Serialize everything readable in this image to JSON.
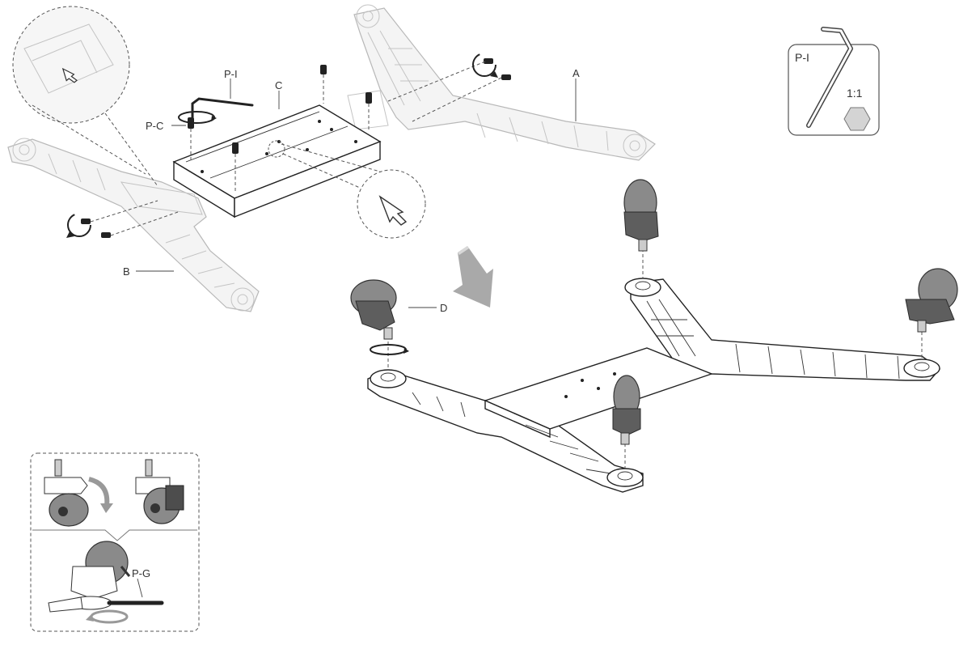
{
  "labels": {
    "part_a": "A",
    "part_b": "B",
    "part_c": "C",
    "part_d": "D",
    "tool_pi_top": "P-I",
    "screw_pc": "P-C",
    "tool_pg": "P-G"
  },
  "tool_box": {
    "name": "P-I",
    "scale": "1:1"
  },
  "icons": {
    "arrow_down": "down-arrow-icon",
    "rotate": "rotate-arrow-icon",
    "cursor": "cursor-arrow-icon",
    "hex": "hex-nut-icon"
  }
}
